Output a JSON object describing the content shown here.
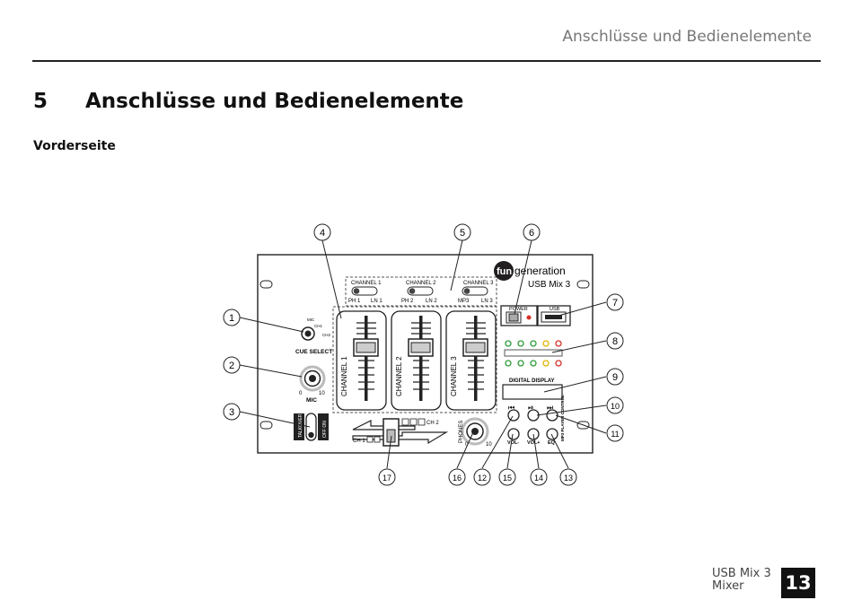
{
  "header": {
    "title": "Anschlüsse und Bedienelemente"
  },
  "section": {
    "number": "5",
    "title": "Anschlüsse und Bedienelemente"
  },
  "subsection": "Vorderseite",
  "callouts": {
    "c1": "1",
    "c2": "2",
    "c3": "3",
    "c4": "4",
    "c5": "5",
    "c6": "6",
    "c7": "7",
    "c8": "8",
    "c9": "9",
    "c10": "10",
    "c11": "11",
    "c12": "12",
    "c13": "13",
    "c14": "14",
    "c15": "15",
    "c16": "16",
    "c17": "17"
  },
  "panel": {
    "brand_left": "fun",
    "brand_right": "generation",
    "model": "USB Mix 3",
    "channel_switch_titles": [
      "CHANNEL 1",
      "CHANNEL 2",
      "CHANNEL 3"
    ],
    "channel_switch_left": [
      "PH 1",
      "PH 2",
      "MP3"
    ],
    "channel_switch_right": [
      "LN 1",
      "LN 2",
      "LN 3"
    ],
    "fader_labels": [
      "CHANNEL 1",
      "CHANNEL 2",
      "CHANNEL 3"
    ],
    "cue_labels": [
      "MIC",
      "CH1",
      "CH2"
    ],
    "cue_select": "CUE SELECT",
    "mic_knob_min": "0",
    "mic_knob_max": "10",
    "mic_knob_label": "MIC",
    "talkover_on": "TALKOVER",
    "talkover_off": "OFF ON",
    "power": "POWER",
    "usb": "USB",
    "digital_display": "DIGITAL DISPLAY",
    "crossfader_ch1": "CH 1",
    "crossfader_ch2": "CH 2",
    "phones": "PHONES",
    "phones_min": "0",
    "phones_max": "10",
    "vol_minus": "VOL-",
    "vol_plus": "VOL+",
    "eq": "EQ",
    "mp3_control": "MP3 PLAYER CONTROL"
  },
  "colors": {
    "led_green": "#2e9c3a",
    "led_yellow": "#e0b400",
    "led_red": "#d6322a",
    "brand_badge": "#231f20"
  },
  "footer": {
    "product_line1": "USB Mix 3",
    "product_line2": "Mixer",
    "page": "13"
  }
}
